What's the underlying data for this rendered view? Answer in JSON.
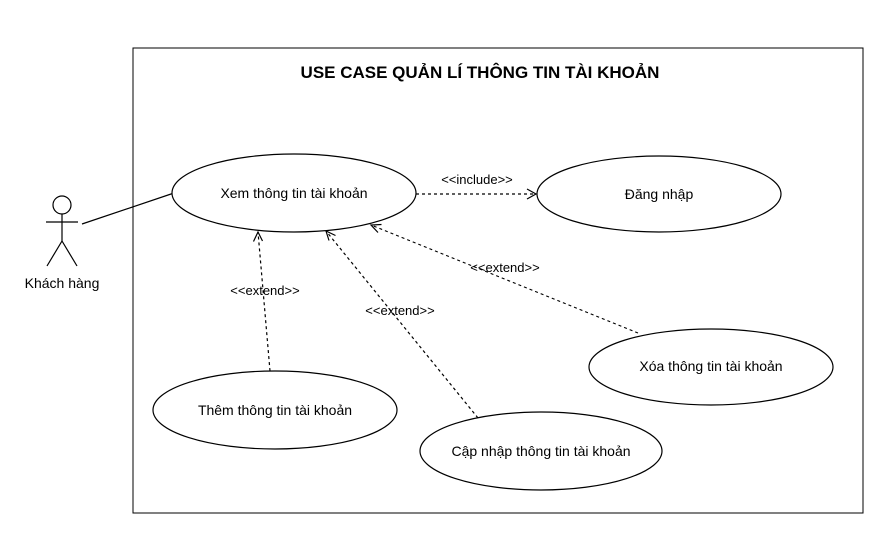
{
  "diagram": {
    "title": "USE CASE QUẢN LÍ THÔNG TIN TÀI KHOẢN",
    "actor": {
      "name": "Khách hàng"
    },
    "use_cases": {
      "view": "Xem thông tin tài khoản",
      "login": "Đăng nhập",
      "delete": "Xóa thông tin tài khoản",
      "add": "Thêm thông tin tài khoản",
      "update": "Cập nhập thông tin tài khoản"
    },
    "relationships": {
      "include_view_login": "<<include>>",
      "extend_add_view": "<<extend>>",
      "extend_update_view": "<<extend>>",
      "extend_delete_view": "<<extend>>"
    }
  }
}
